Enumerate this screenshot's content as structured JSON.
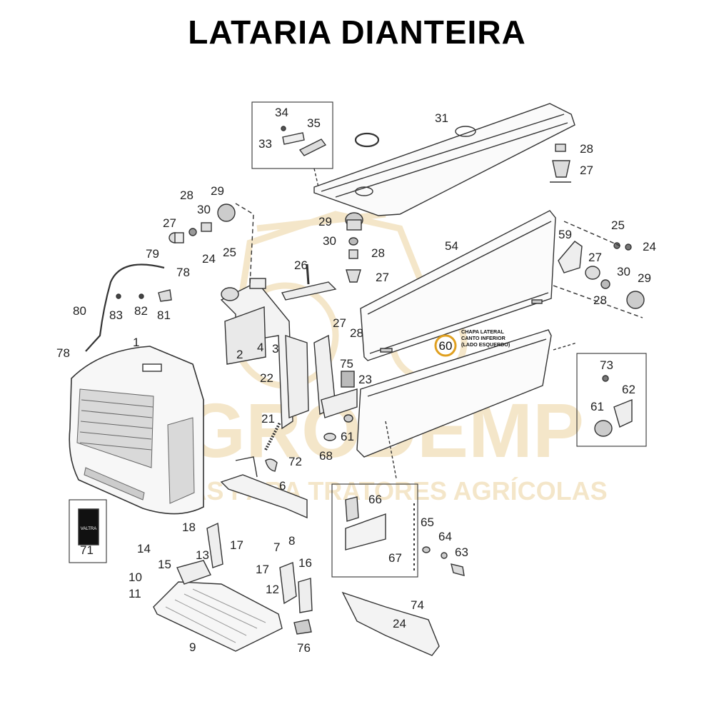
{
  "title": "LATARIA DIANTEIRA",
  "watermark": {
    "brand": "AGRODEMP",
    "tagline": "PEÇAS PARA TRATORES AGRÍCOLAS",
    "color": "#e8c98a"
  },
  "callout": {
    "part": "60",
    "note_lines": [
      "CHAPA LATERAL",
      "CANTO INFERIOR",
      "(LADO ESQUERDO)"
    ],
    "ring_color": "#e0a020"
  },
  "badge_text": "VALTRA",
  "parts": [
    {
      "id": "p1",
      "label": "1"
    },
    {
      "id": "p2",
      "label": "2"
    },
    {
      "id": "p3",
      "label": "3"
    },
    {
      "id": "p4",
      "label": "4"
    },
    {
      "id": "p6",
      "label": "6"
    },
    {
      "id": "p7",
      "label": "7"
    },
    {
      "id": "p8",
      "label": "8"
    },
    {
      "id": "p9",
      "label": "9"
    },
    {
      "id": "p10",
      "label": "10"
    },
    {
      "id": "p11",
      "label": "11"
    },
    {
      "id": "p12",
      "label": "12"
    },
    {
      "id": "p13",
      "label": "13"
    },
    {
      "id": "p14",
      "label": "14"
    },
    {
      "id": "p15",
      "label": "15"
    },
    {
      "id": "p16",
      "label": "16"
    },
    {
      "id": "p17a",
      "label": "17"
    },
    {
      "id": "p17b",
      "label": "17"
    },
    {
      "id": "p18",
      "label": "18"
    },
    {
      "id": "p21",
      "label": "21"
    },
    {
      "id": "p22",
      "label": "22"
    },
    {
      "id": "p23",
      "label": "23"
    },
    {
      "id": "p24a",
      "label": "24"
    },
    {
      "id": "p24b",
      "label": "24"
    },
    {
      "id": "p24c",
      "label": "24"
    },
    {
      "id": "p25a",
      "label": "25"
    },
    {
      "id": "p25b",
      "label": "25"
    },
    {
      "id": "p26",
      "label": "26"
    },
    {
      "id": "p27a",
      "label": "27"
    },
    {
      "id": "p27b",
      "label": "27"
    },
    {
      "id": "p27c",
      "label": "27"
    },
    {
      "id": "p27d",
      "label": "27"
    },
    {
      "id": "p27e",
      "label": "27"
    },
    {
      "id": "p28a",
      "label": "28"
    },
    {
      "id": "p28b",
      "label": "28"
    },
    {
      "id": "p28c",
      "label": "28"
    },
    {
      "id": "p28d",
      "label": "28"
    },
    {
      "id": "p28e",
      "label": "28"
    },
    {
      "id": "p29a",
      "label": "29"
    },
    {
      "id": "p29b",
      "label": "29"
    },
    {
      "id": "p29c",
      "label": "29"
    },
    {
      "id": "p30a",
      "label": "30"
    },
    {
      "id": "p30b",
      "label": "30"
    },
    {
      "id": "p30c",
      "label": "30"
    },
    {
      "id": "p31",
      "label": "31"
    },
    {
      "id": "p33",
      "label": "33"
    },
    {
      "id": "p34",
      "label": "34"
    },
    {
      "id": "p35",
      "label": "35"
    },
    {
      "id": "p54",
      "label": "54"
    },
    {
      "id": "p59",
      "label": "59"
    },
    {
      "id": "p61a",
      "label": "61"
    },
    {
      "id": "p61b",
      "label": "61"
    },
    {
      "id": "p62",
      "label": "62"
    },
    {
      "id": "p63",
      "label": "63"
    },
    {
      "id": "p64",
      "label": "64"
    },
    {
      "id": "p65",
      "label": "65"
    },
    {
      "id": "p66",
      "label": "66"
    },
    {
      "id": "p67",
      "label": "67"
    },
    {
      "id": "p68",
      "label": "68"
    },
    {
      "id": "p71",
      "label": "71"
    },
    {
      "id": "p72",
      "label": "72"
    },
    {
      "id": "p73",
      "label": "73"
    },
    {
      "id": "p74",
      "label": "74"
    },
    {
      "id": "p75",
      "label": "75"
    },
    {
      "id": "p76",
      "label": "76"
    },
    {
      "id": "p78a",
      "label": "78"
    },
    {
      "id": "p78b",
      "label": "78"
    },
    {
      "id": "p79",
      "label": "79"
    },
    {
      "id": "p80",
      "label": "80"
    },
    {
      "id": "p81",
      "label": "81"
    },
    {
      "id": "p82",
      "label": "82"
    },
    {
      "id": "p83",
      "label": "83"
    }
  ]
}
